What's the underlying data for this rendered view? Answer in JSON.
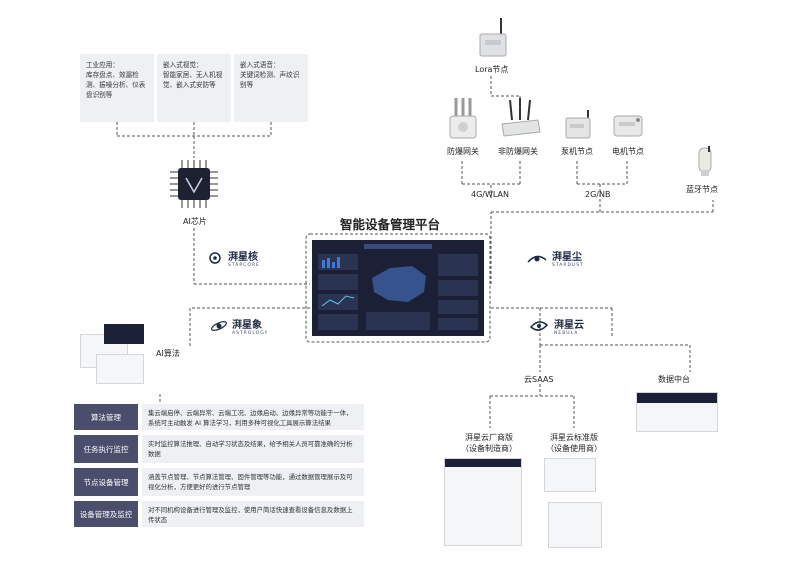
{
  "app_boxes": [
    {
      "label": "工业应用：",
      "text": "库存盘点、效漏检测、振噪分析、仪表盘识别等"
    },
    {
      "label": "嵌入式视觉：",
      "text": "智能家居、无人机视觉、嵌入式安防等"
    },
    {
      "label": "嵌入式语音：",
      "text": "关键词检测、声纹识别等"
    }
  ],
  "ai_chip": {
    "label": "AI芯片"
  },
  "nodes": {
    "lora": "Lora节点",
    "explosion_gateway": "防爆网关",
    "non_explosion_gateway": "非防爆网关",
    "pump_node": "泵机节点",
    "motor_node": "电机节点",
    "bluetooth_node": "蓝牙节点"
  },
  "network_labels": {
    "wlan": "4G/WLAN",
    "nb": "2G/NB"
  },
  "platform": {
    "title": "智能设备管理平台"
  },
  "brands": {
    "starcore": {
      "name": "湃星核",
      "sub": "STARCORE"
    },
    "stardust": {
      "name": "湃星尘",
      "sub": "STARDUST"
    },
    "astrology": {
      "name": "湃星象",
      "sub": "ASTROLOGY"
    },
    "nebula": {
      "name": "湃星云",
      "sub": "NEBULA"
    }
  },
  "ai_algorithm": {
    "label": "AI算法"
  },
  "cloud": {
    "saas": "云SAAS",
    "data_center": "数据中台",
    "factory_edition": {
      "line1": "湃星云厂商版",
      "line2": "（设备制造商）"
    },
    "standard_edition": {
      "line1": "湃星云标准版",
      "line2": "（设备使用商）"
    }
  },
  "features": [
    {
      "title": "算法管理",
      "desc": "集云端启停、云端异常、云端工况、边缘启动、边缘异常等功能于一体，系统可主动触发 AI 算法学习，利用多种可视化工具展示算法结果"
    },
    {
      "title": "任务执行监控",
      "desc": "实时监控算法推理、自动学习状态及结果，给予相关人员可靠准确的分析数据"
    },
    {
      "title": "节点设备管理",
      "desc": "涵盖节点管理、节点算法管理、固件管理等功能，通过数据管理展示及可视化分析，方便更好的进行节点管理"
    },
    {
      "title": "设备管理及监控",
      "desc": "对不同机构设备进行管理及监控，使用户简话快速查看设备信息及数据上传状态"
    }
  ],
  "colors": {
    "accent": "#4a4d6b",
    "panel": "#eef0f3",
    "screen": "#1b2036",
    "line": "#555555"
  }
}
